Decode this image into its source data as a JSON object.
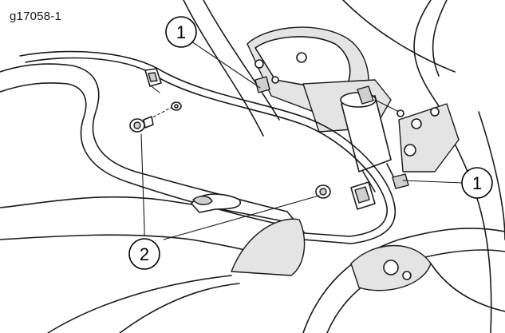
{
  "figure": {
    "id_label": "g17058-1"
  },
  "callouts": [
    {
      "number": "1"
    },
    {
      "number": "1"
    },
    {
      "number": "2"
    }
  ]
}
